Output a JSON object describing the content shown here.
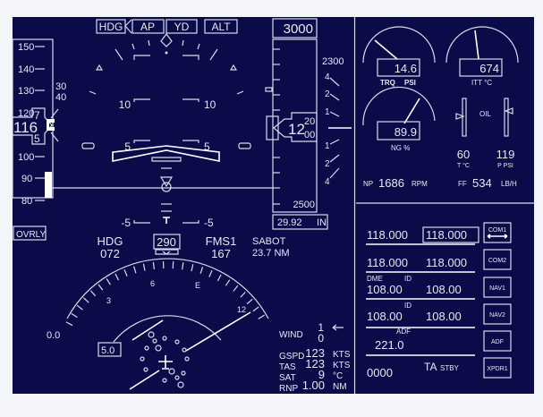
{
  "colors": {
    "panel_bg": "#0b0b4a",
    "stroke": "#d8dbe8"
  },
  "pfd": {
    "annunciators": [
      {
        "label": "HDG"
      },
      {
        "label": "AP"
      },
      {
        "label": "YD"
      },
      {
        "label": "ALT"
      }
    ],
    "selected_altitude": "3000",
    "speed_tape": {
      "labels": [
        "150",
        "140",
        "130",
        "120",
        "100",
        "90",
        "80"
      ],
      "current": "116",
      "roll_top": "7",
      "roll_bottom": "5",
      "bug_top": "30",
      "bug_bottom": "40"
    },
    "pitch_labels": {
      "up10": "10",
      "up5": "5",
      "down5": "-5"
    },
    "altitude_tape": {
      "top": "2300",
      "bottom": "2500",
      "current_big": "12",
      "current_small_top": "20",
      "current_small_bottom": "00"
    },
    "vsi_labels": [
      "4",
      "2",
      "1",
      "1",
      "2",
      "4"
    ],
    "baro": {
      "value": "29.92",
      "unit": "IN"
    },
    "overlay_button": "OVRLY"
  },
  "nav": {
    "hdg_label": "HDG",
    "hdg_value": "072",
    "heading": "290",
    "fms_label": "FMS1",
    "fms_value": "167",
    "waypoint": "SABOT",
    "distance": "23.7 NM",
    "compass_labels": [
      "3",
      "6",
      "E",
      "12"
    ],
    "range_left": "0.0",
    "range": "5.0",
    "wind_label": "WIND",
    "wind_top": "1",
    "wind_bottom": "0",
    "data": [
      {
        "label": "GSPD",
        "value": "123",
        "unit": "KTS"
      },
      {
        "label": "TAS",
        "value": "123",
        "unit": "KTS"
      },
      {
        "label": "SAT",
        "value": "9",
        "unit": "°C"
      },
      {
        "label": "RNP",
        "value": "1.00",
        "unit": "NM"
      }
    ]
  },
  "engine": {
    "trq": {
      "value": "14.6",
      "label1": "TRQ",
      "label2": "PSI"
    },
    "itt": {
      "value": "674",
      "label": "ITT °C"
    },
    "ng": {
      "value": "89.9",
      "label": "NG %"
    },
    "oil": {
      "label": "OIL",
      "temp": "60",
      "temp_label": "T °C",
      "press": "119",
      "press_label": "P PSI"
    },
    "np": {
      "label": "NP",
      "value": "1686",
      "unit": "RPM"
    },
    "ff": {
      "label": "FF",
      "value": "534",
      "unit": "LB/H"
    }
  },
  "radios": {
    "com1": {
      "active": "118.000",
      "standby": "118.000",
      "button": "COM1"
    },
    "com2": {
      "active": "118.000",
      "standby": "118.000",
      "button": "COM2"
    },
    "nav1": {
      "dme": "DME",
      "id": "ID",
      "active": "108.00",
      "standby": "108.00",
      "button": "NAV1"
    },
    "nav2": {
      "id": "ID",
      "active": "108.00",
      "standby": "108.00",
      "button": "NAV2"
    },
    "adf": {
      "label": "ADF",
      "value": "221.0",
      "button": "ADF"
    },
    "xpdr": {
      "code": "0000",
      "mode": "TA",
      "mode2": "STBY",
      "button": "XPDR1"
    }
  }
}
